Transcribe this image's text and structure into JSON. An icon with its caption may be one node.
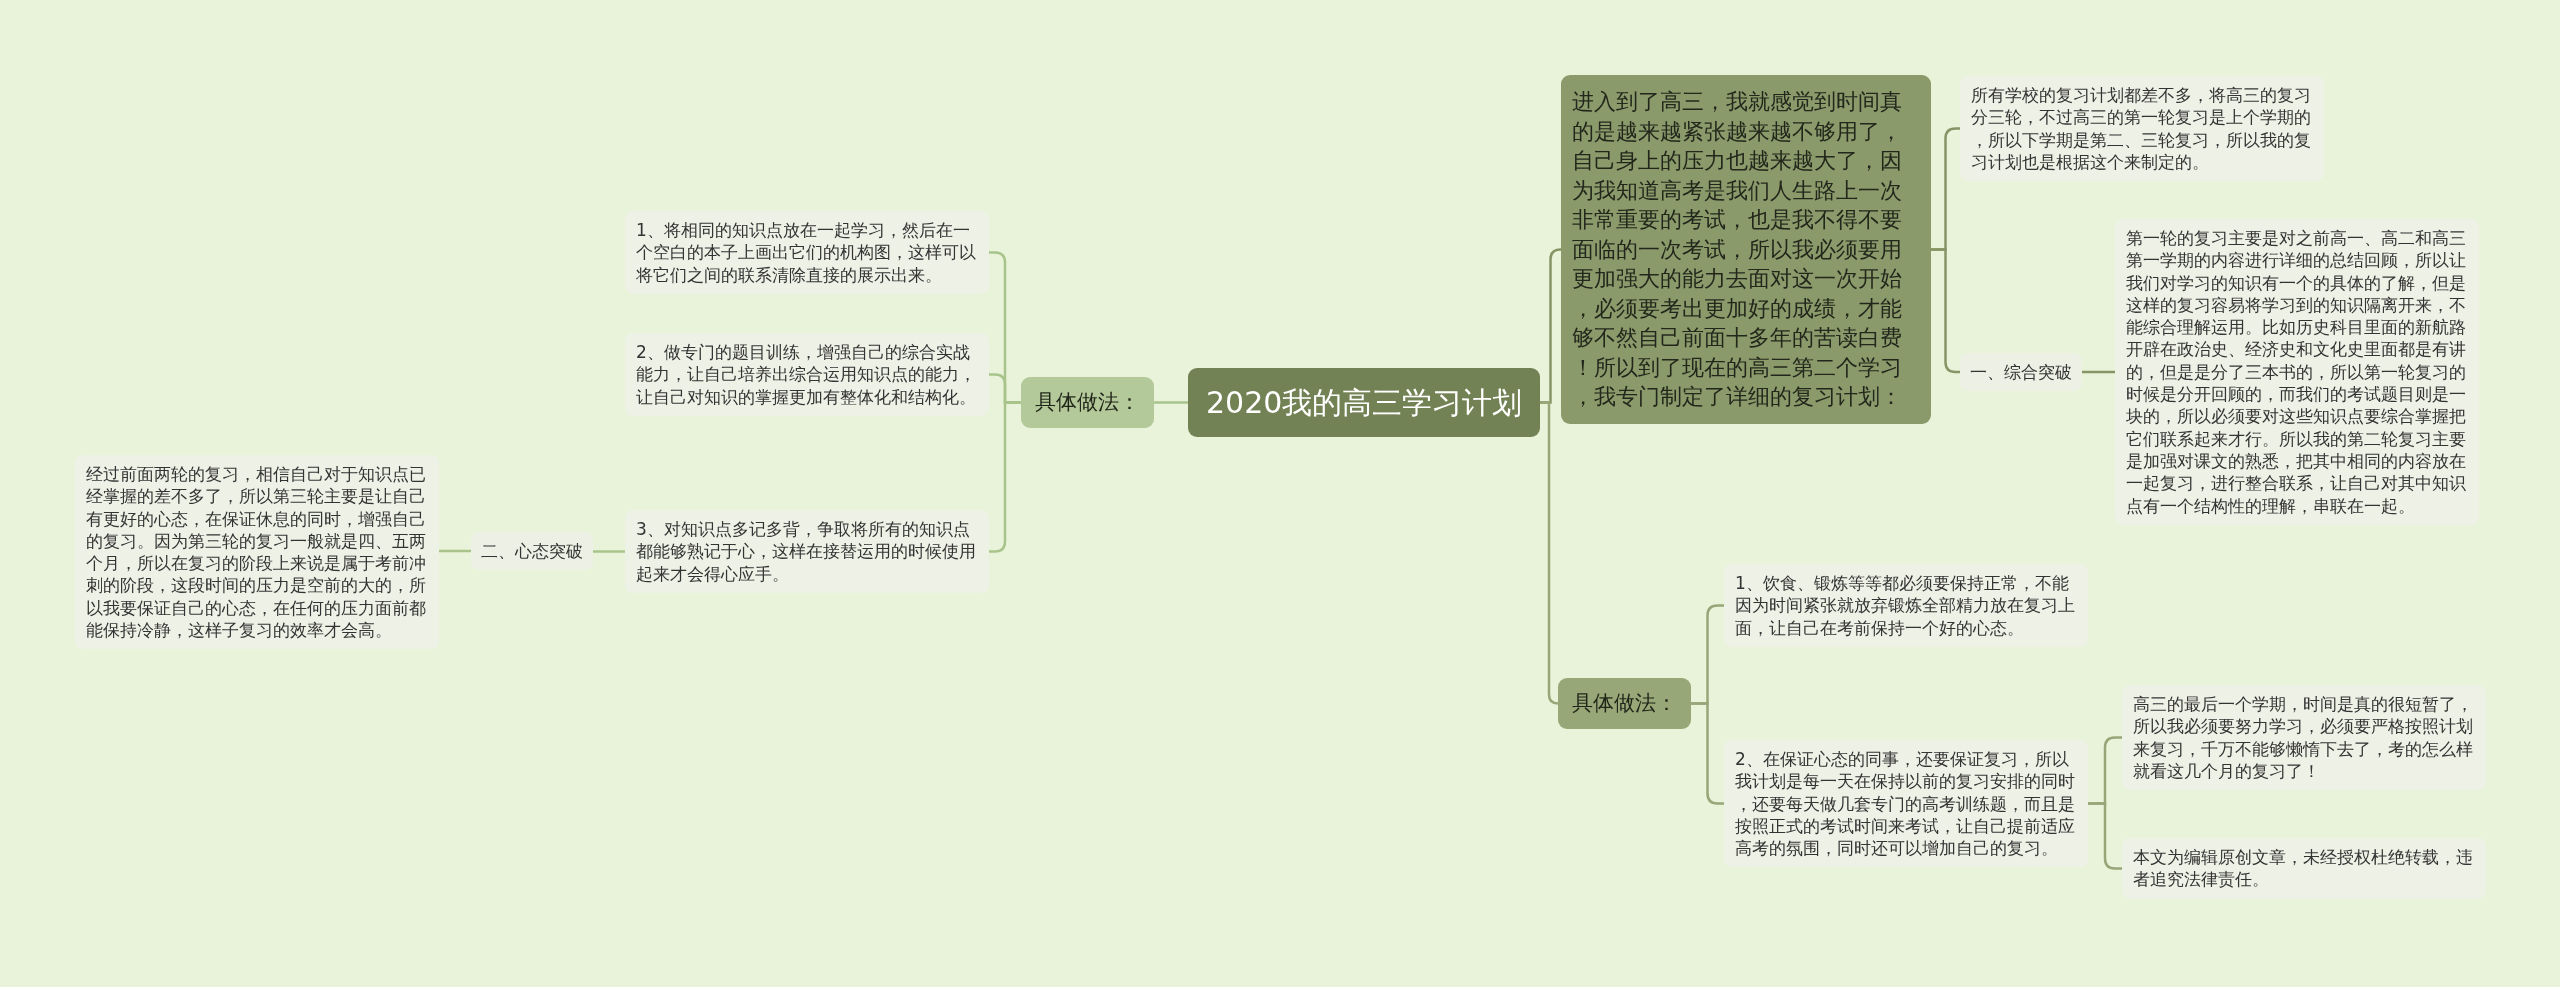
{
  "diagram": {
    "nodes": [
      {
        "text": [
          "2020我的高三学习计划"
        ]
      },
      {
        "text": [
          "进入到了高三，我就感觉到时间真的是越来越紧张越来越不够用了，自己身上的压力也越来越大了，因为我知道高考是我们人生路上一次非常重要的考试，也是我不得不要面临的一次考试，所以我必须要用更加强大的能力去面对这一次开始，必须要考出更加好的成绩，才能够不然自己前面十多年的苦读白费！所以到了现在的高三第二个学习，我专门制定了详细的复习计划："
        ]
      },
      {
        "text": [
          "所有学校的复习计划都差不多，将高三的复习分三轮，不过高三的第一轮复习是上个学期的，所以下学期是第二、三轮复习，所以我的复习计划也是根据这个来制定的。"
        ]
      },
      {
        "text": [
          "一、综合突破"
        ]
      },
      {
        "text": [
          "第一轮的复习主要是对之前高一、高二和高三第一学期的内容进行详细的总结回顾，所以让我们对学习的知识有一个的具体的了解，但是这样的复习容易将学习到的知识隔离开来，不能综合理解运用。比如历史科目里面的新航路开辟在政治史、经济史和文化史里面都是有讲的，但是是分了三本书的，所以第一轮复习的时候是分开回顾的，而我们的考试题目则是一块的，所以必须要对这些知识点要综合掌握把它们联系起来才行。所以我的第二轮复习主要是加强对课文的熟悉，把其中相同的内容放在一起复习，进行整合联系，让自己对其中知识点有一个结构性的理解，串联在一起。"
        ]
      },
      {
        "text": [
          "具体做法："
        ]
      },
      {
        "text": [
          "1、饮食、锻炼等等都必须要保持正常，不能因为时间紧张就放弃锻炼全部精力放在复习上面，让自己在考前保持一个好的心态。"
        ]
      },
      {
        "text": [
          "2、在保证心态的同事，还要保证复习，所以我计划是每一天在保持以前的复习安排的同时，还要每天做几套专门的高考训练题，而且是按照正式的考试时间来考试，让自己提前适应高考的氛围，同时还可以增加自己的复习。"
        ]
      },
      {
        "text": [
          "高三的最后一个学期，时间是真的很短暂了，所以我必须要努力学习，必须要严格按照计划来复习，千万不能够懒惰下去了，考的怎么样就看这几个月的复习了！"
        ]
      },
      {
        "text": [
          "本文为编辑原创文章，未经授权杜绝转载，违者追究法律责任。"
        ]
      },
      {
        "text": [
          "具体做法："
        ]
      },
      {
        "text": [
          "1、将相同的知识点放在一起学习，然后在一个空白的本子上画出它们的机构图，这样可以将它们之间的联系清除直接的展示出来。"
        ]
      },
      {
        "text": [
          "2、做专门的题目训练，增强自己的综合实战能力，让自己培养出综合运用知识点的能力，让自己对知识的掌握更加有整体化和结构化。"
        ]
      },
      {
        "text": [
          "3、对知识点多记多背，争取将所有的知识点都能够熟记于心，这样在接替运用的时候使用起来才会得心应手。"
        ]
      },
      {
        "text": [
          "二、心态突破"
        ]
      },
      {
        "text": [
          "经过前面两轮的复习，相信自己对于知识点已经掌握的差不多了，所以第三轮主要是让自己有更好的心态，在保证休息的同时，增强自己的复习。因为第三轮的复习一般就是四、五两个月，所以在复习的阶段上来说是属于考前冲刺的阶段，这段时间的压力是空前的大的，所以我要保证自己的心态，在任何的压力面前都能保持冷静，这样子复习的效率才会高。"
        ]
      }
    ],
    "edges": [
      {
        "from": 0,
        "to": 1,
        "arrow": "none",
        "color": "#859566"
      },
      {
        "from": 1,
        "to": 2,
        "arrow": "none",
        "color": "#859566"
      },
      {
        "from": 1,
        "to": 3,
        "arrow": "none",
        "color": "#859566"
      },
      {
        "from": 3,
        "to": 4,
        "arrow": "none",
        "color": "#859566"
      },
      {
        "from": 0,
        "to": 5,
        "arrow": "none",
        "color": "#97a679"
      },
      {
        "from": 5,
        "to": 6,
        "arrow": "none",
        "color": "#97a679"
      },
      {
        "from": 5,
        "to": 7,
        "arrow": "none",
        "color": "#97a679"
      },
      {
        "from": 7,
        "to": 8,
        "arrow": "none",
        "color": "#97a679"
      },
      {
        "from": 7,
        "to": 9,
        "arrow": "none",
        "color": "#97a679"
      },
      {
        "from": 0,
        "to": 10,
        "arrow": "none"
      },
      {
        "from": 10,
        "to": 11,
        "arrow": "none"
      },
      {
        "from": 10,
        "to": 12,
        "arrow": "none"
      },
      {
        "from": 10,
        "to": 13,
        "arrow": "none"
      },
      {
        "from": 13,
        "to": 14,
        "arrow": "none"
      },
      {
        "from": 14,
        "to": 15,
        "arrow": "none"
      }
    ]
  }
}
